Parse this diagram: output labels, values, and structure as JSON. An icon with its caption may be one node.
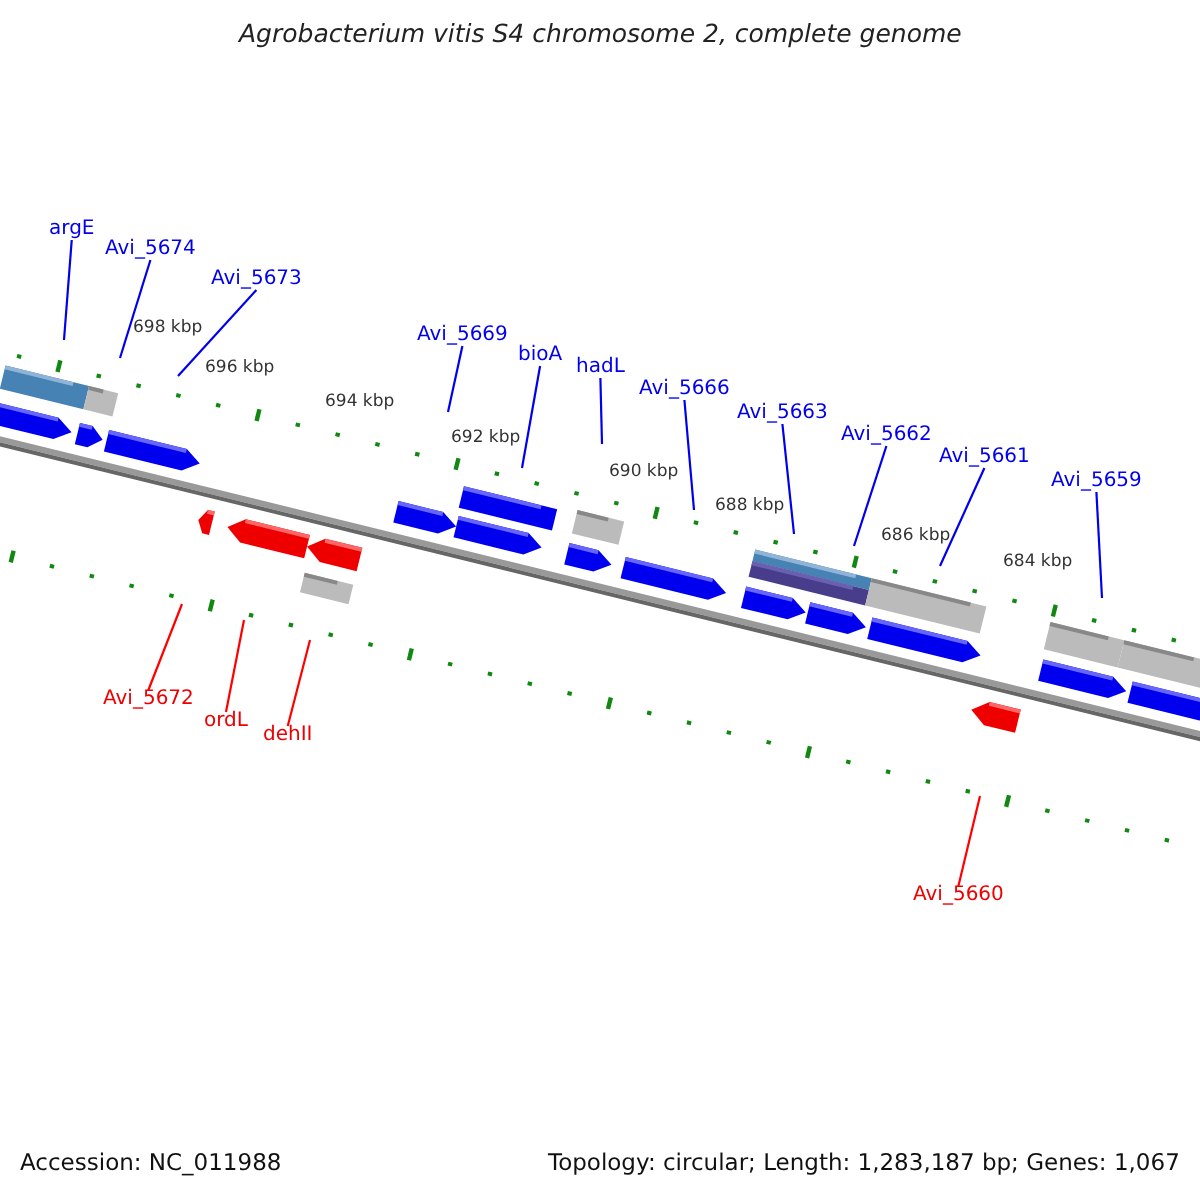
{
  "diagram": {
    "title": "Agrobacterium vitis S4 chromosome 2, complete genome",
    "nodes": [
      {
        "text": [
          "argE"
        ]
      },
      {
        "text": [
          "Avi_5674"
        ]
      },
      {
        "text": [
          "Avi_5673"
        ]
      },
      {
        "text": [
          "Avi_5669"
        ]
      },
      {
        "text": [
          "bioA"
        ]
      },
      {
        "text": [
          "hadL"
        ]
      },
      {
        "text": [
          "Avi_5666"
        ]
      },
      {
        "text": [
          "Avi_5663"
        ]
      },
      {
        "text": [
          "Avi_5662"
        ]
      },
      {
        "text": [
          "Avi_5661"
        ]
      },
      {
        "text": [
          "Avi_5659"
        ]
      },
      {
        "text": [
          "Avi_5672"
        ]
      },
      {
        "text": [
          "ordL"
        ]
      },
      {
        "text": [
          "dehII"
        ]
      },
      {
        "text": [
          "Avi_5660"
        ]
      }
    ],
    "edges": [
      {
        "from": 0,
        "to": null,
        "arrow": "none"
      },
      {
        "from": 1,
        "to": null,
        "arrow": "none"
      },
      {
        "from": 2,
        "to": null,
        "arrow": "none"
      },
      {
        "from": 3,
        "to": null,
        "arrow": "none"
      },
      {
        "from": 4,
        "to": null,
        "arrow": "none"
      },
      {
        "from": 5,
        "to": null,
        "arrow": "none"
      },
      {
        "from": 6,
        "to": null,
        "arrow": "none"
      },
      {
        "from": 7,
        "to": null,
        "arrow": "none"
      },
      {
        "from": 8,
        "to": null,
        "arrow": "none"
      },
      {
        "from": 9,
        "to": null,
        "arrow": "none"
      },
      {
        "from": 10,
        "to": null,
        "arrow": "none"
      },
      {
        "from": 11,
        "to": null,
        "arrow": "none",
        "color": "#ff0000"
      },
      {
        "from": 12,
        "to": null,
        "arrow": "none",
        "color": "#ff0000"
      },
      {
        "from": 13,
        "to": null,
        "arrow": "none",
        "color": "#ff0000"
      },
      {
        "from": 14,
        "to": null,
        "arrow": "none",
        "color": "#ff0000"
      }
    ],
    "labels": [
      "698 kbp",
      "696 kbp",
      "694 kbp",
      "692 kbp",
      "690 kbp",
      "688 kbp",
      "686 kbp",
      "684 kbp",
      "Accession: NC_011988",
      "Topology: circular; Length: 1,283,187 bp; Genes: 1,067"
    ]
  }
}
